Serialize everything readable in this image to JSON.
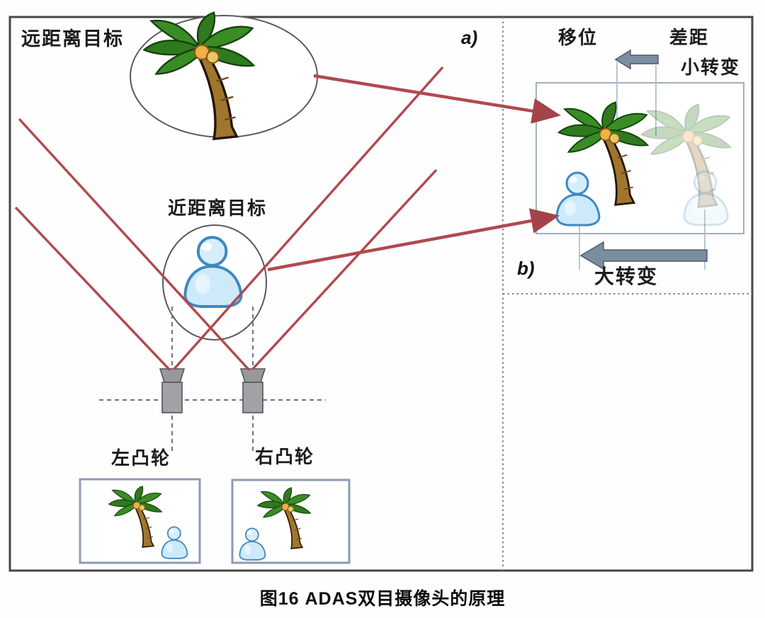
{
  "figure": {
    "caption": "图16 ADAS双目摄像头的原理",
    "type": "diagram",
    "subject": "ADAS binocular (stereo) camera principle"
  },
  "left_panel": {
    "far_target_label": "远距离目标",
    "near_target_label": "近距离目标",
    "left_camera_label": "左凸轮",
    "right_camera_label": "右凸轮"
  },
  "right_panel": {
    "panel_a_label": "a)",
    "panel_b_label": "b)",
    "shift_label": "移位",
    "disparity_label": "差距",
    "small_change_label": "小转变",
    "big_change_label": "大转变"
  },
  "icons": {
    "far_target": "palm-tree",
    "near_target": "person-figure",
    "cameras": "camera-body-with-crosshair",
    "shift_indicators": "left-pointing-gray-arrows",
    "sight_lines": "red-lines-with-arrowheads"
  },
  "colors": {
    "sight_line_red": "#b0494f",
    "arrowhead_red": "#a4434a",
    "shift_arrow_gray": "#7d8da0",
    "camera_body_gray": "#a2a2a6",
    "crosshair_gray": "#6d7c8c",
    "frond_green": "#3a8c26",
    "trunk_brown": "#a0762f",
    "coconut_yellow": "#efb04a",
    "person_blue": "#cdeafa",
    "person_outline_blue": "#3f88bf",
    "border_gray": "#474747",
    "box_border_blue_gray": "#8e9ab4"
  }
}
